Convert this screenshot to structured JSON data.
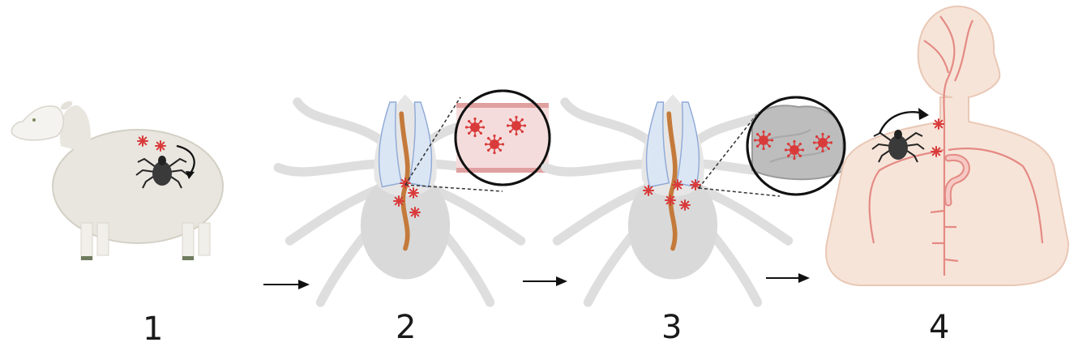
{
  "steps": [
    {
      "number": "1",
      "subject": "sheep"
    },
    {
      "number": "2",
      "subject": "tick"
    },
    {
      "number": "3",
      "subject": "tick"
    },
    {
      "number": "4",
      "subject": "human"
    }
  ],
  "icons": [
    "sheep-icon",
    "tick-icon",
    "virus-icon",
    "magnifier-icon",
    "human-circulation-icon",
    "arrow-icon"
  ],
  "colors": {
    "virus": "#d93a3a",
    "tick_body": "#d9d9d9",
    "tick_gland": "#9fb8df",
    "gut": "#c47a3b",
    "vessel": "#e48a84",
    "human_skin": "#f7e1d3",
    "tissue": "#b5b5b5",
    "arrow": "#1a1a1a"
  }
}
